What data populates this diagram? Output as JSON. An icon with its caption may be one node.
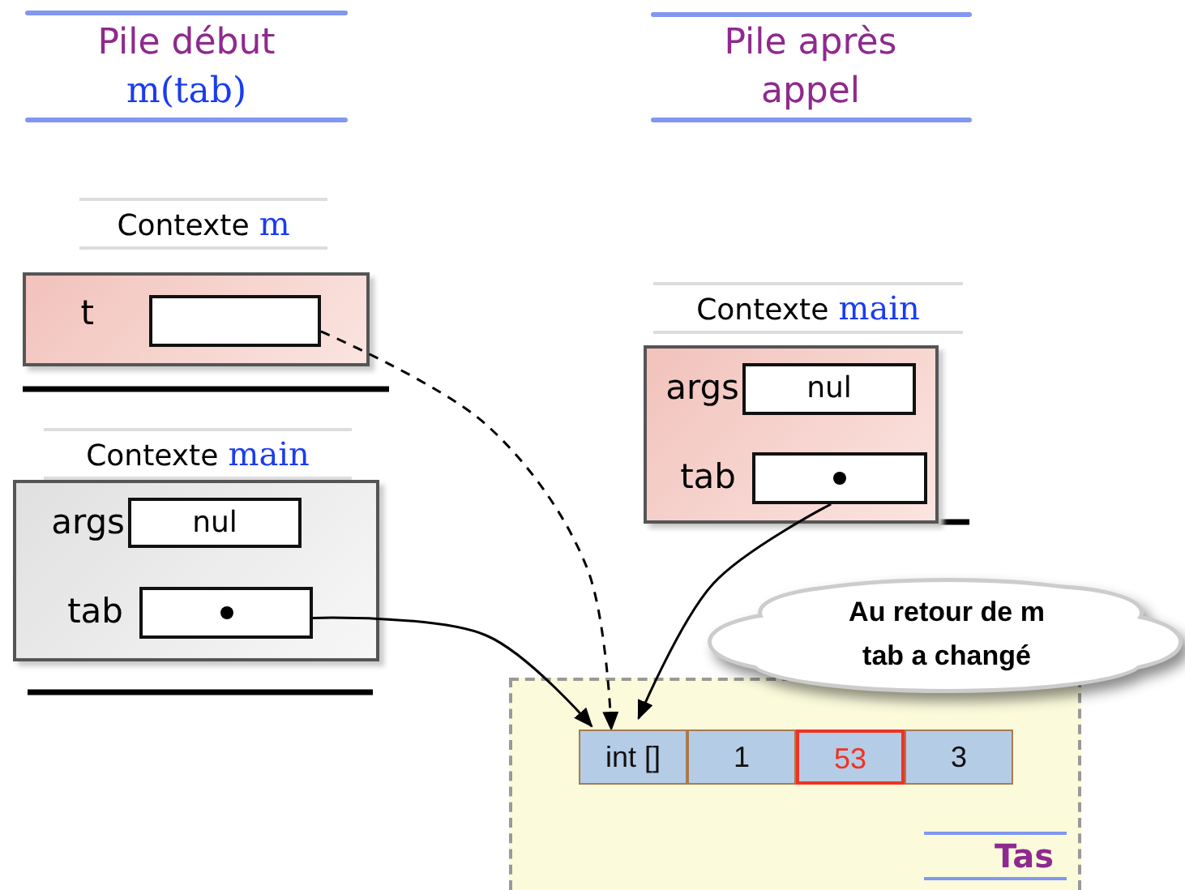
{
  "diagram": {
    "nodes": [
      {
        "text": [
          "Contexte",
          "m"
        ]
      },
      {
        "text": [],
        "shape": "box",
        "in": 0,
        "beside": [
          "t"
        ]
      },
      {
        "text": [
          "Contexte",
          "main"
        ]
      },
      {
        "text": [
          "nul"
        ],
        "in": 2,
        "beside": [
          "args"
        ]
      },
      {
        "text": [],
        "shape": "box",
        "in": 2,
        "beside": [
          "tab"
        ]
      },
      {
        "text": [
          "Contexte",
          "main"
        ]
      },
      {
        "text": [
          "nul"
        ],
        "in": 5,
        "beside": [
          "args"
        ]
      },
      {
        "text": [],
        "shape": "box",
        "in": 5,
        "beside": [
          "tab"
        ]
      },
      {
        "text": [
          "Tas"
        ]
      },
      {
        "text": [
          "int []"
        ],
        "in": 8
      },
      {
        "text": [
          "1"
        ],
        "in": 8
      },
      {
        "text": [
          "53"
        ],
        "in": 8
      },
      {
        "text": [
          "3"
        ],
        "in": 8
      },
      {
        "text": [
          "Au retour de m tab a changé"
        ]
      }
    ],
    "edges": [
      {
        "from": 1,
        "to": 9,
        "arrow": "to",
        "style": "dashed"
      },
      {
        "from": 4,
        "to": 9,
        "arrow": "to"
      },
      {
        "from": 7,
        "to": 9,
        "arrow": "to"
      }
    ],
    "labels": [
      "Pile début",
      "m(tab)",
      "Pile après appel"
    ]
  }
}
